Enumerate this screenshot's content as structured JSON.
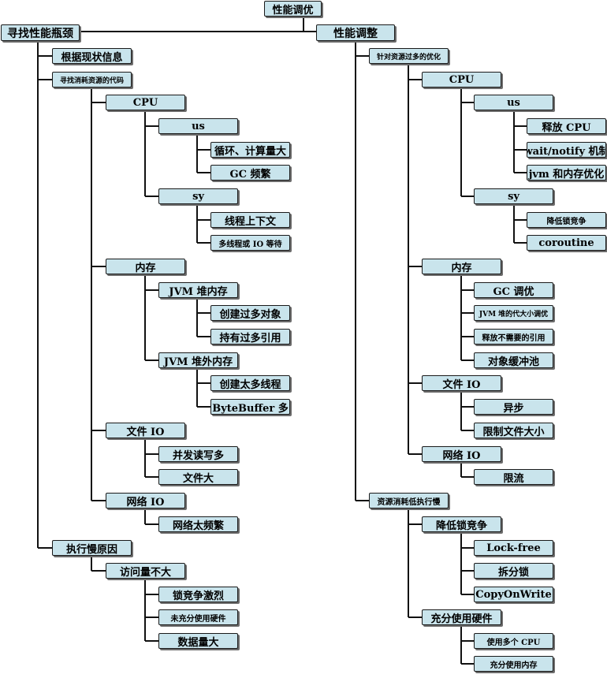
{
  "diagram": {
    "root": "性能调优",
    "left": {
      "title": "寻找性能瓶颈",
      "b1": "根据现状信息",
      "b2": "寻找消耗资源的代码",
      "cpu": "CPU",
      "us": "us",
      "us_c1": "循环、计算量大",
      "us_c2": "GC 频繁",
      "sy": "sy",
      "sy_c1": "线程上下文",
      "sy_c2": "多线程或 IO 等待",
      "mem": "内存",
      "heap": "JVM 堆内存",
      "heap_c1": "创建过多对象",
      "heap_c2": "持有过多引用",
      "offheap": "JVM 堆外内存",
      "offheap_c1": "创建太多线程",
      "offheap_c2": "ByteBuffer 多",
      "file": "文件 IO",
      "file_c1": "并发读写多",
      "file_c2": "文件大",
      "net": "网络 IO",
      "net_c1": "网络太频繁",
      "b3": "执行慢原因",
      "low": "访问量不大",
      "low_c1": "锁竞争激烈",
      "low_c2": "未充分使用硬件",
      "low_c3": "数据量大"
    },
    "right": {
      "title": "性能调整",
      "b1": "针对资源过多的优化",
      "cpu": "CPU",
      "us": "us",
      "us_c1": "释放 CPU",
      "us_c2": "wait/notify 机制",
      "us_c3": "jvm 和内存优化",
      "sy": "sy",
      "sy_c1": "降低锁竞争",
      "sy_c2": "coroutine",
      "mem": "内存",
      "mem_c1": "GC 调优",
      "mem_c2": "JVM 堆的代大小调优",
      "mem_c3": "释放不需要的引用",
      "mem_c4": "对象缓冲池",
      "file": "文件 IO",
      "file_c1": "异步",
      "file_c2": "限制文件大小",
      "net": "网络 IO",
      "net_c1": "限流",
      "b2": "资源消耗低执行慢",
      "lock": "降低锁竞争",
      "lock_c1": "Lock-free",
      "lock_c2": "拆分锁",
      "lock_c3": "CopyOnWrite",
      "hw": "充分使用硬件",
      "hw_c1": "使用多个 CPU",
      "hw_c2": "充分使用内存"
    }
  }
}
